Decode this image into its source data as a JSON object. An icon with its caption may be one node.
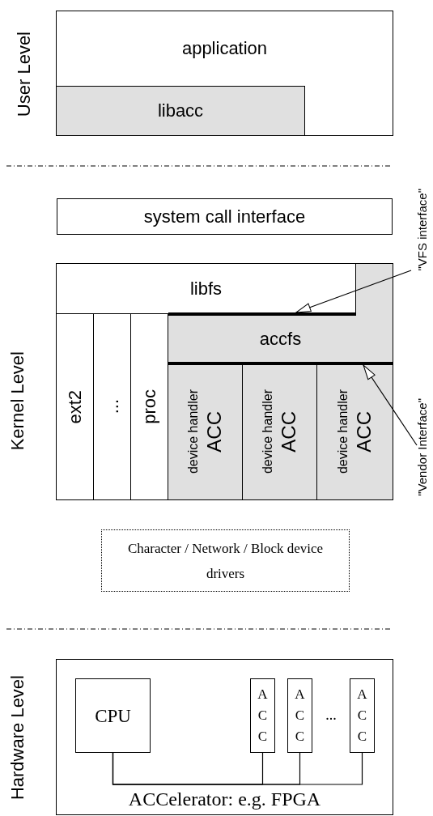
{
  "diagram": {
    "nodes": [
      {
        "text": [
          "application"
        ]
      },
      {
        "text": [
          "libacc"
        ],
        "in": 0
      },
      {
        "text": [
          "system call interface"
        ]
      },
      {
        "text": [],
        "shape": "box"
      },
      {
        "text": [
          "libfs"
        ],
        "in": 3
      },
      {
        "text": [
          "accfs"
        ],
        "in": 3
      },
      {
        "text": [
          "ext2"
        ],
        "in": 3
      },
      {
        "text": [
          "..."
        ],
        "in": 3
      },
      {
        "text": [
          "proc"
        ],
        "in": 3
      },
      {
        "text": [
          "device handler",
          "ACC"
        ],
        "in": 3
      },
      {
        "text": [
          "device handler",
          "ACC"
        ],
        "in": 3
      },
      {
        "text": [
          "device handler",
          "ACC"
        ],
        "in": 3
      },
      {
        "text": [],
        "shape": "bar",
        "in": 3
      },
      {
        "text": [],
        "shape": "bar",
        "in": 3
      },
      {
        "text": [
          "\"VFS interface\""
        ]
      },
      {
        "text": [
          "\"Vendor Interface\""
        ]
      },
      {
        "text": [
          "Character / Network / Block device drivers"
        ]
      },
      {
        "text": [
          "ACCelerator: e.g. FPGA"
        ]
      },
      {
        "text": [
          "CPU"
        ],
        "in": 17
      },
      {
        "text": [
          "ACC"
        ],
        "in": 17
      },
      {
        "text": [
          "ACC"
        ],
        "in": 17
      },
      {
        "text": [
          "ACC"
        ],
        "in": 17
      }
    ],
    "edges": [
      {
        "from": 14,
        "to": 12,
        "arrow": "to"
      },
      {
        "from": 15,
        "to": 13,
        "arrow": "to"
      },
      {
        "from": 18,
        "to": 19,
        "arrow": "none"
      },
      {
        "from": 18,
        "to": 20,
        "arrow": "none"
      },
      {
        "from": 18,
        "to": 21,
        "arrow": "none"
      }
    ],
    "labels": [
      "User Level",
      "Kernel Level",
      "Hardware Level",
      "..."
    ]
  }
}
